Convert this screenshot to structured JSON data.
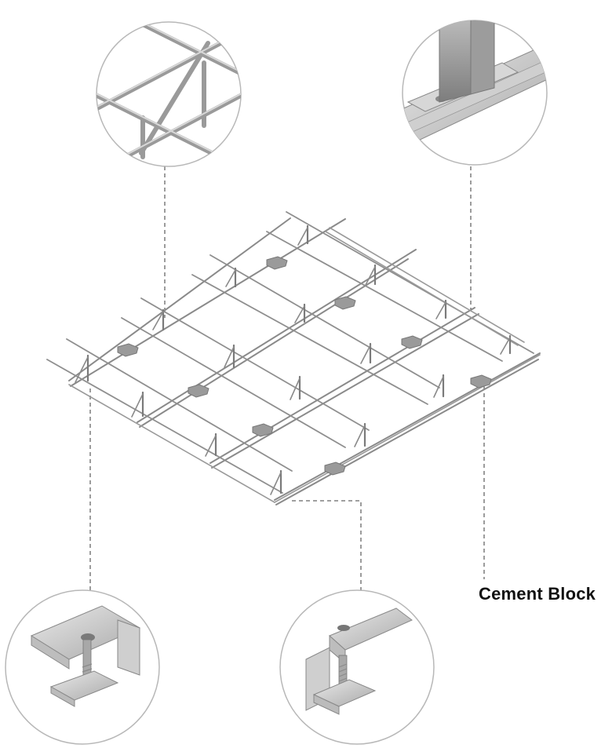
{
  "labels": {
    "cement_block": "Cement Block"
  },
  "colors": {
    "background": "#ffffff",
    "rail": "#8a8a8a",
    "rail_light": "#bdbdbd",
    "block": "#9a9a9a",
    "leader": "#666666",
    "circle_stroke": "#b8b8b8",
    "text": "#111111"
  },
  "callouts": [
    {
      "name": "detail-truss-joint",
      "depicts": "truss-joint"
    },
    {
      "name": "detail-post-foot-on-rail",
      "depicts": "post-foot-on-rail"
    },
    {
      "name": "detail-end-clamp",
      "depicts": "end-clamp"
    },
    {
      "name": "detail-mid-clamp",
      "depicts": "mid-clamp"
    }
  ]
}
